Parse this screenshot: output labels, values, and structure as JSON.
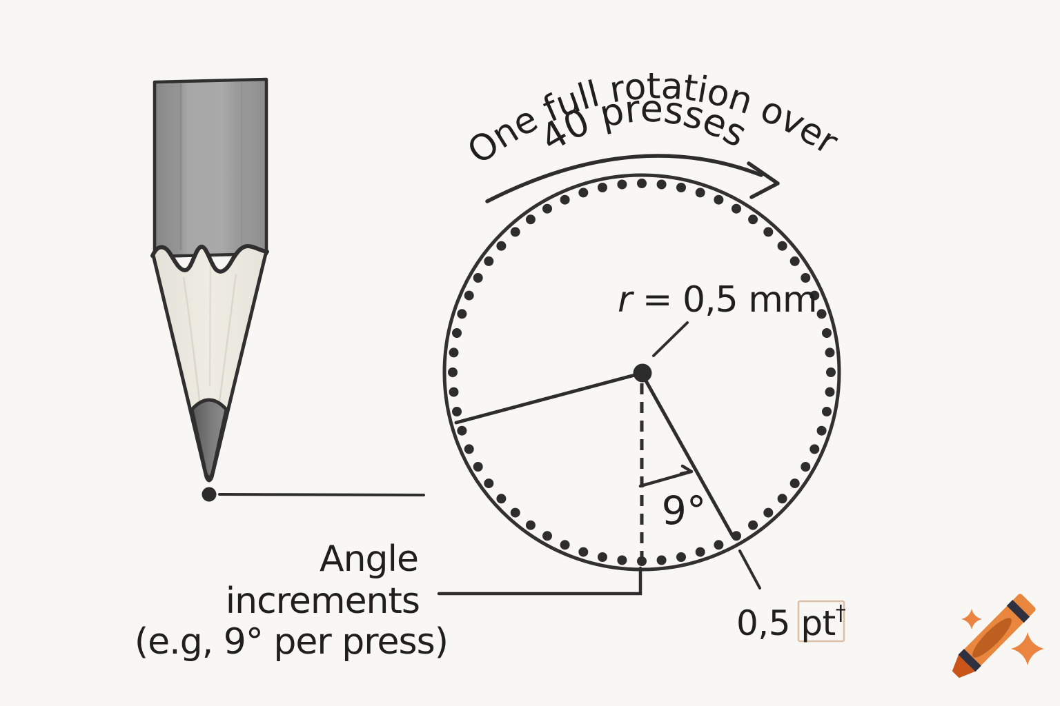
{
  "colors": {
    "background": "#f8f7f4",
    "ink": "#2d2d2d",
    "pencil_body_gray": "#9e9e9e",
    "pencil_wood": "#eae7de",
    "pencil_graphite": "#767676",
    "annotation_box": "#dcbfa8",
    "crayon_orange": "#e8873d",
    "crayon_tip_orange": "#c9551b",
    "crayon_oval": "#bc5f20",
    "crayon_band": "#2f3040",
    "sparkle_orange": "#ea8440"
  },
  "title": {
    "line1": "One full rotation over",
    "line2": "40 presses"
  },
  "wheel": {
    "tick_count": 60
  },
  "labels": {
    "radius_var": "r",
    "radius_rest": " = 0,5 mm",
    "angle": "9°",
    "stroke_value": "0,5 ",
    "stroke_unit": "pt",
    "stroke_dagger": "†",
    "caption_line1": "Angle",
    "caption_line2": "increments",
    "caption_line3": "(e.g, 9° per press)"
  }
}
